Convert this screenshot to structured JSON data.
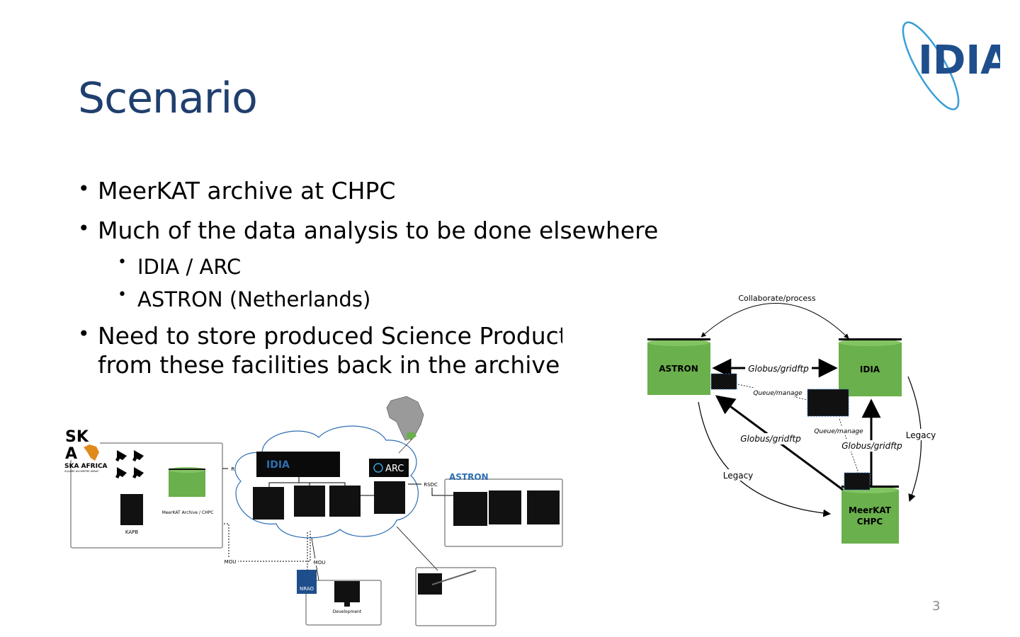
{
  "slide": {
    "title": "Scenario",
    "page_number": "3",
    "logo_text": "IDIA"
  },
  "bullets": [
    {
      "text": "MeerKAT archive at CHPC"
    },
    {
      "text": "Much of the data analysis to be done elsewhere",
      "sub": [
        {
          "text": "IDIA / ARC"
        },
        {
          "text": "ASTRON (Netherlands)"
        }
      ]
    },
    {
      "text_line1": "Need to store produced Science Products",
      "text_line2": "from these facilities back in the archive"
    }
  ],
  "left_diagram": {
    "ska_logo_text": "SKA AFRICA",
    "ska_subtitle": "SQUARE KILOMETRE ARRAY",
    "kapb_label": "KAPB",
    "archive_label": "MeerKAT Archive / CHPC",
    "rsdc_left": "RSDC",
    "rsdc_right": "RSDC",
    "mou_left": "MOU",
    "mou_right": "MOU",
    "idia_label": "IDIA",
    "arc_label": "ARC",
    "astron_label": "ASTRON",
    "nrao_label": "NRAO",
    "development_label": "Development"
  },
  "right_diagram": {
    "collaborate_label": "Collaborate/process",
    "astron_node": "ASTRON",
    "idia_node": "IDIA",
    "meerkat_node_line1": "MeerKAT",
    "meerkat_node_line2": "CHPC",
    "globus_top": "Globus/gridftp",
    "globus_left": "Globus/gridftp",
    "globus_right": "Globus/gridftp",
    "queue_top": "Queue/manage",
    "queue_right": "Queue/manage",
    "legacy_left": "Legacy",
    "legacy_right": "Legacy"
  },
  "colors": {
    "title": "#1f3f6e",
    "node_green": "#6ab04c",
    "logo_blue": "#1f4e8c",
    "logo_ring": "#3aa0d8"
  }
}
